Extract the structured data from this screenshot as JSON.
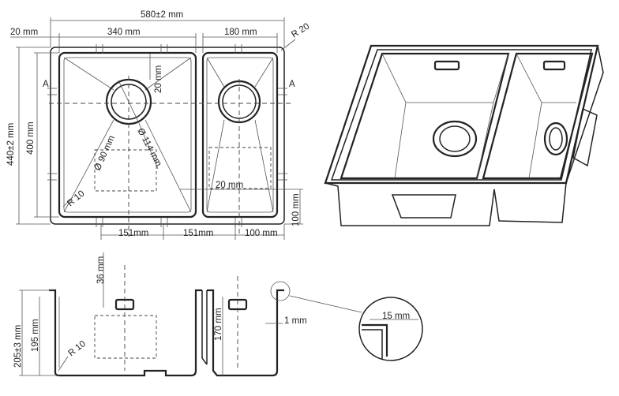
{
  "top_view": {
    "overall_width": "580±2 mm",
    "flange": "20 mm",
    "main_bowl_width": "340 mm",
    "small_bowl_width": "180 mm",
    "outer_radius": "R 20",
    "overall_depth": "440±2 mm",
    "bowl_depth": "400 mm",
    "drain_offset": "20 mm",
    "drain_outer_diameter": "Ø 114 mm",
    "drain_inner_diameter": "Ø 90 mm",
    "corner_radius": "R 10",
    "divider_gap": "20 mm",
    "small_drain_offset": "100 mm",
    "dist_left": "151mm",
    "dist_mid": "151mm",
    "dist_right": "100 mm",
    "section_left": "A",
    "section_right": "A"
  },
  "section_view": {
    "drain_height": "36 mm",
    "overall_height": "205±3 mm",
    "main_bowl_height": "195 mm",
    "small_bowl_height": "170 mm",
    "bottom_radius": "R 10",
    "wall_thickness": "1 mm"
  },
  "detail_view": {
    "edge_width": "15 mm"
  }
}
